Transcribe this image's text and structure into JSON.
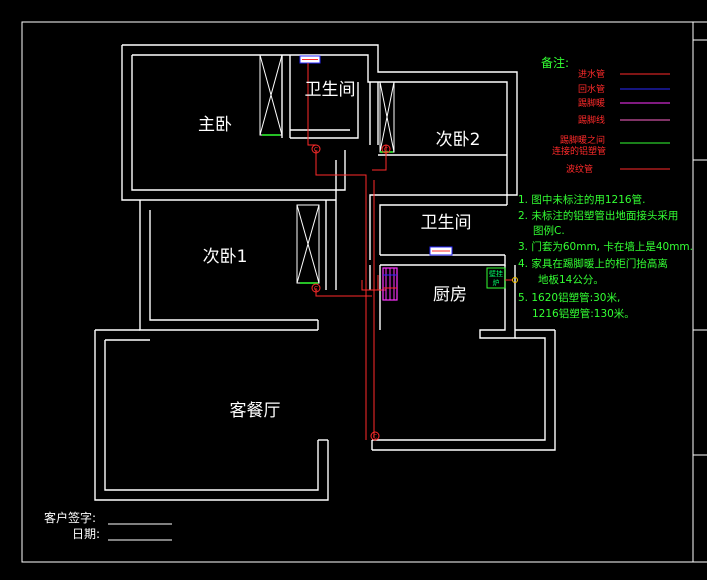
{
  "rooms": {
    "master_bedroom": "主卧",
    "bathroom_top": "卫生间",
    "second_bedroom_2": "次卧2",
    "bathroom_mid": "卫生间",
    "second_bedroom_1": "次卧1",
    "kitchen": "厨房",
    "living_dining": "客餐厅"
  },
  "legend": {
    "title": "备注:",
    "items": [
      {
        "label": "进水管",
        "color": "#ff2a2a"
      },
      {
        "label": "回水管",
        "color": "#2a2aff"
      },
      {
        "label": "踢脚暖",
        "color": "#ff33ff"
      },
      {
        "label": "踢脚线",
        "color": "#ff66cc"
      },
      {
        "label": "踢脚暖之间",
        "label2": "连接的铝塑管",
        "color": "#33ff33"
      },
      {
        "label": "波纹管",
        "color": "#ff2a2a"
      }
    ]
  },
  "notes": [
    "1. 图中未标注的用1216管.",
    "2. 未标注的铝塑管出地面接头采用",
    "图例C.",
    "3. 门套为60mm, 卡在墙上是40mm.",
    "4. 家具在踢脚暖上的柜门抬高离",
    "地板14公分。",
    "5. 1620铝塑管:30米,",
    "1216铝塑管:130米。"
  ],
  "boiler_label": [
    "壁挂",
    "炉"
  ],
  "valve_symbol": "C",
  "signature": {
    "customer_label": "客户签字:",
    "date_label": "日期:"
  }
}
